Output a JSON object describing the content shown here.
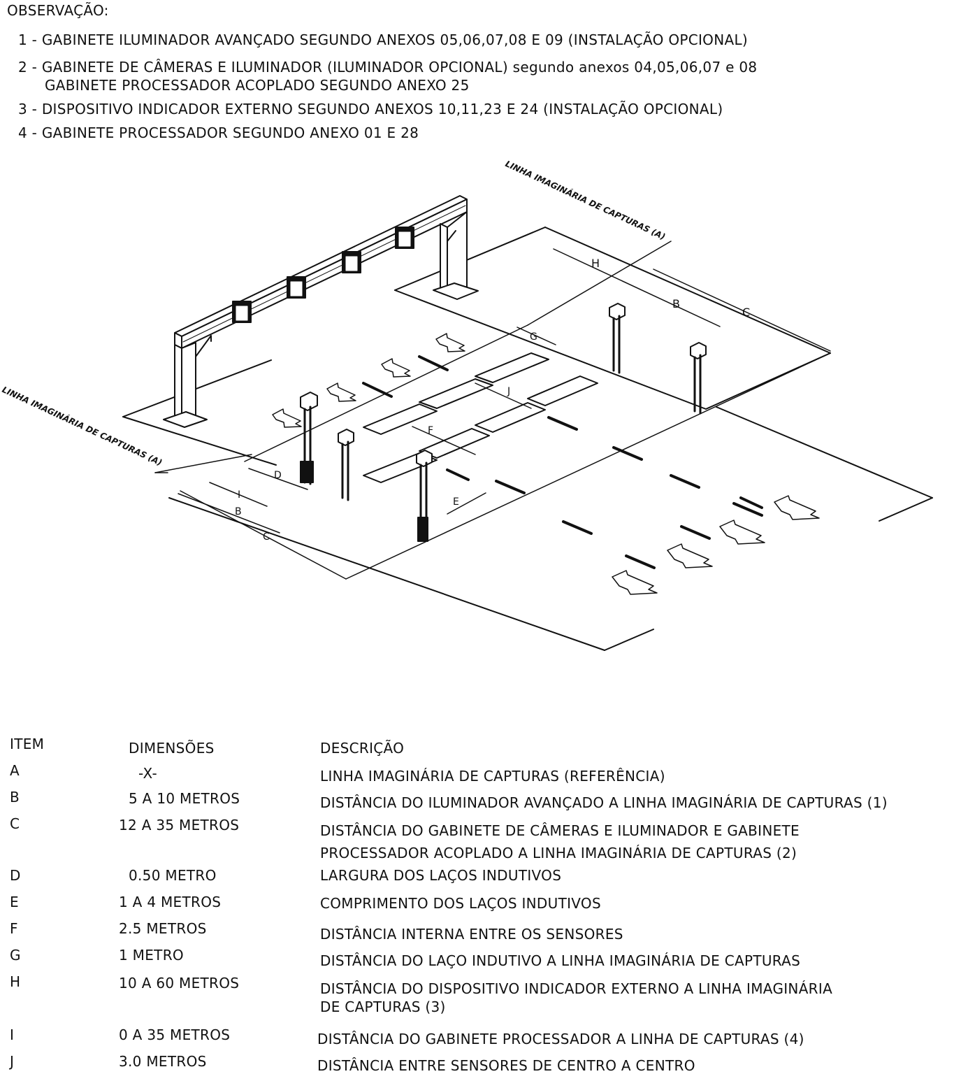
{
  "observations": {
    "heading": "OBSERVAÇÃO:",
    "items": [
      "1 - GABINETE ILUMINADOR AVANÇADO SEGUNDO ANEXOS 05,06,07,08 E 09 (INSTALAÇÃO OPCIONAL)",
      "2 - GABINETE DE CÂMERAS E ILUMINADOR (ILUMINADOR OPCIONAL) segundo anexos 04,05,06,07 e 08",
      "GABINETE PROCESSADOR ACOPLADO SEGUNDO ANEXO 25",
      "3 - DISPOSITIVO INDICADOR EXTERNO SEGUNDO ANEXOS 10,11,23 E 24 (INSTALAÇÃO OPCIONAL)",
      "4 - GABINETE PROCESSADOR SEGUNDO ANEXO 01 E 28"
    ]
  },
  "diagram": {
    "capture_line_label": "LINHA IMAGINÁRIA DE CAPTURAS (A)",
    "capture_line_label_left": "LINHA IMAGINÁRIA DE CAPTURAS (A)",
    "dimension_labels": [
      "H",
      "B",
      "C",
      "G",
      "J",
      "F",
      "E",
      "D",
      "I",
      "B",
      "C"
    ]
  },
  "table": {
    "headers": [
      "ITEM",
      "DIMENSÕES",
      "DESCRIÇÃO"
    ],
    "rows": [
      {
        "item": "A",
        "dim": "-X-",
        "desc1": "LINHA IMAGINÁRIA DE CAPTURAS (REFERÊNCIA)",
        "desc2": ""
      },
      {
        "item": "B",
        "dim": "5 A 10 METROS",
        "desc1": "DISTÂNCIA DO ILUMINADOR AVANÇADO A LINHA IMAGINÁRIA DE CAPTURAS (1)",
        "desc2": ""
      },
      {
        "item": "C",
        "dim": "12 A 35 METROS",
        "desc1": "DISTÂNCIA DO GABINETE DE CÂMERAS E ILUMINADOR E GABINETE",
        "desc2": "PROCESSADOR ACOPLADO  A LINHA IMAGINÁRIA DE CAPTURAS (2)"
      },
      {
        "item": "D",
        "dim": "0.50 METRO",
        "desc1": "LARGURA DOS LAÇOS INDUTIVOS",
        "desc2": ""
      },
      {
        "item": "E",
        "dim": "1 A 4 METROS",
        "desc1": "COMPRIMENTO DOS LAÇOS INDUTIVOS",
        "desc2": ""
      },
      {
        "item": "F",
        "dim": "2.5 METROS",
        "desc1": "DISTÂNCIA INTERNA ENTRE OS SENSORES",
        "desc2": ""
      },
      {
        "item": "G",
        "dim": "1 METRO",
        "desc1": "DISTÂNCIA DO LAÇO INDUTIVO A LINHA IMAGINÁRIA DE CAPTURAS",
        "desc2": ""
      },
      {
        "item": "H",
        "dim": "10 A 60 METROS",
        "desc1": "DISTÂNCIA DO DISPOSITIVO INDICADOR EXTERNO A LINHA IMAGINÁRIA",
        "desc2": "DE CAPTURAS (3)"
      },
      {
        "item": "I",
        "dim": "0 A 35 METROS",
        "desc1": "DISTÂNCIA DO GABINETE PROCESSADOR A LINHA DE CAPTURAS (4)",
        "desc2": ""
      },
      {
        "item": "J",
        "dim": "3.0 METROS",
        "desc1": "DISTÂNCIA ENTRE SENSORES DE CENTRO A CENTRO",
        "desc2": ""
      }
    ]
  }
}
